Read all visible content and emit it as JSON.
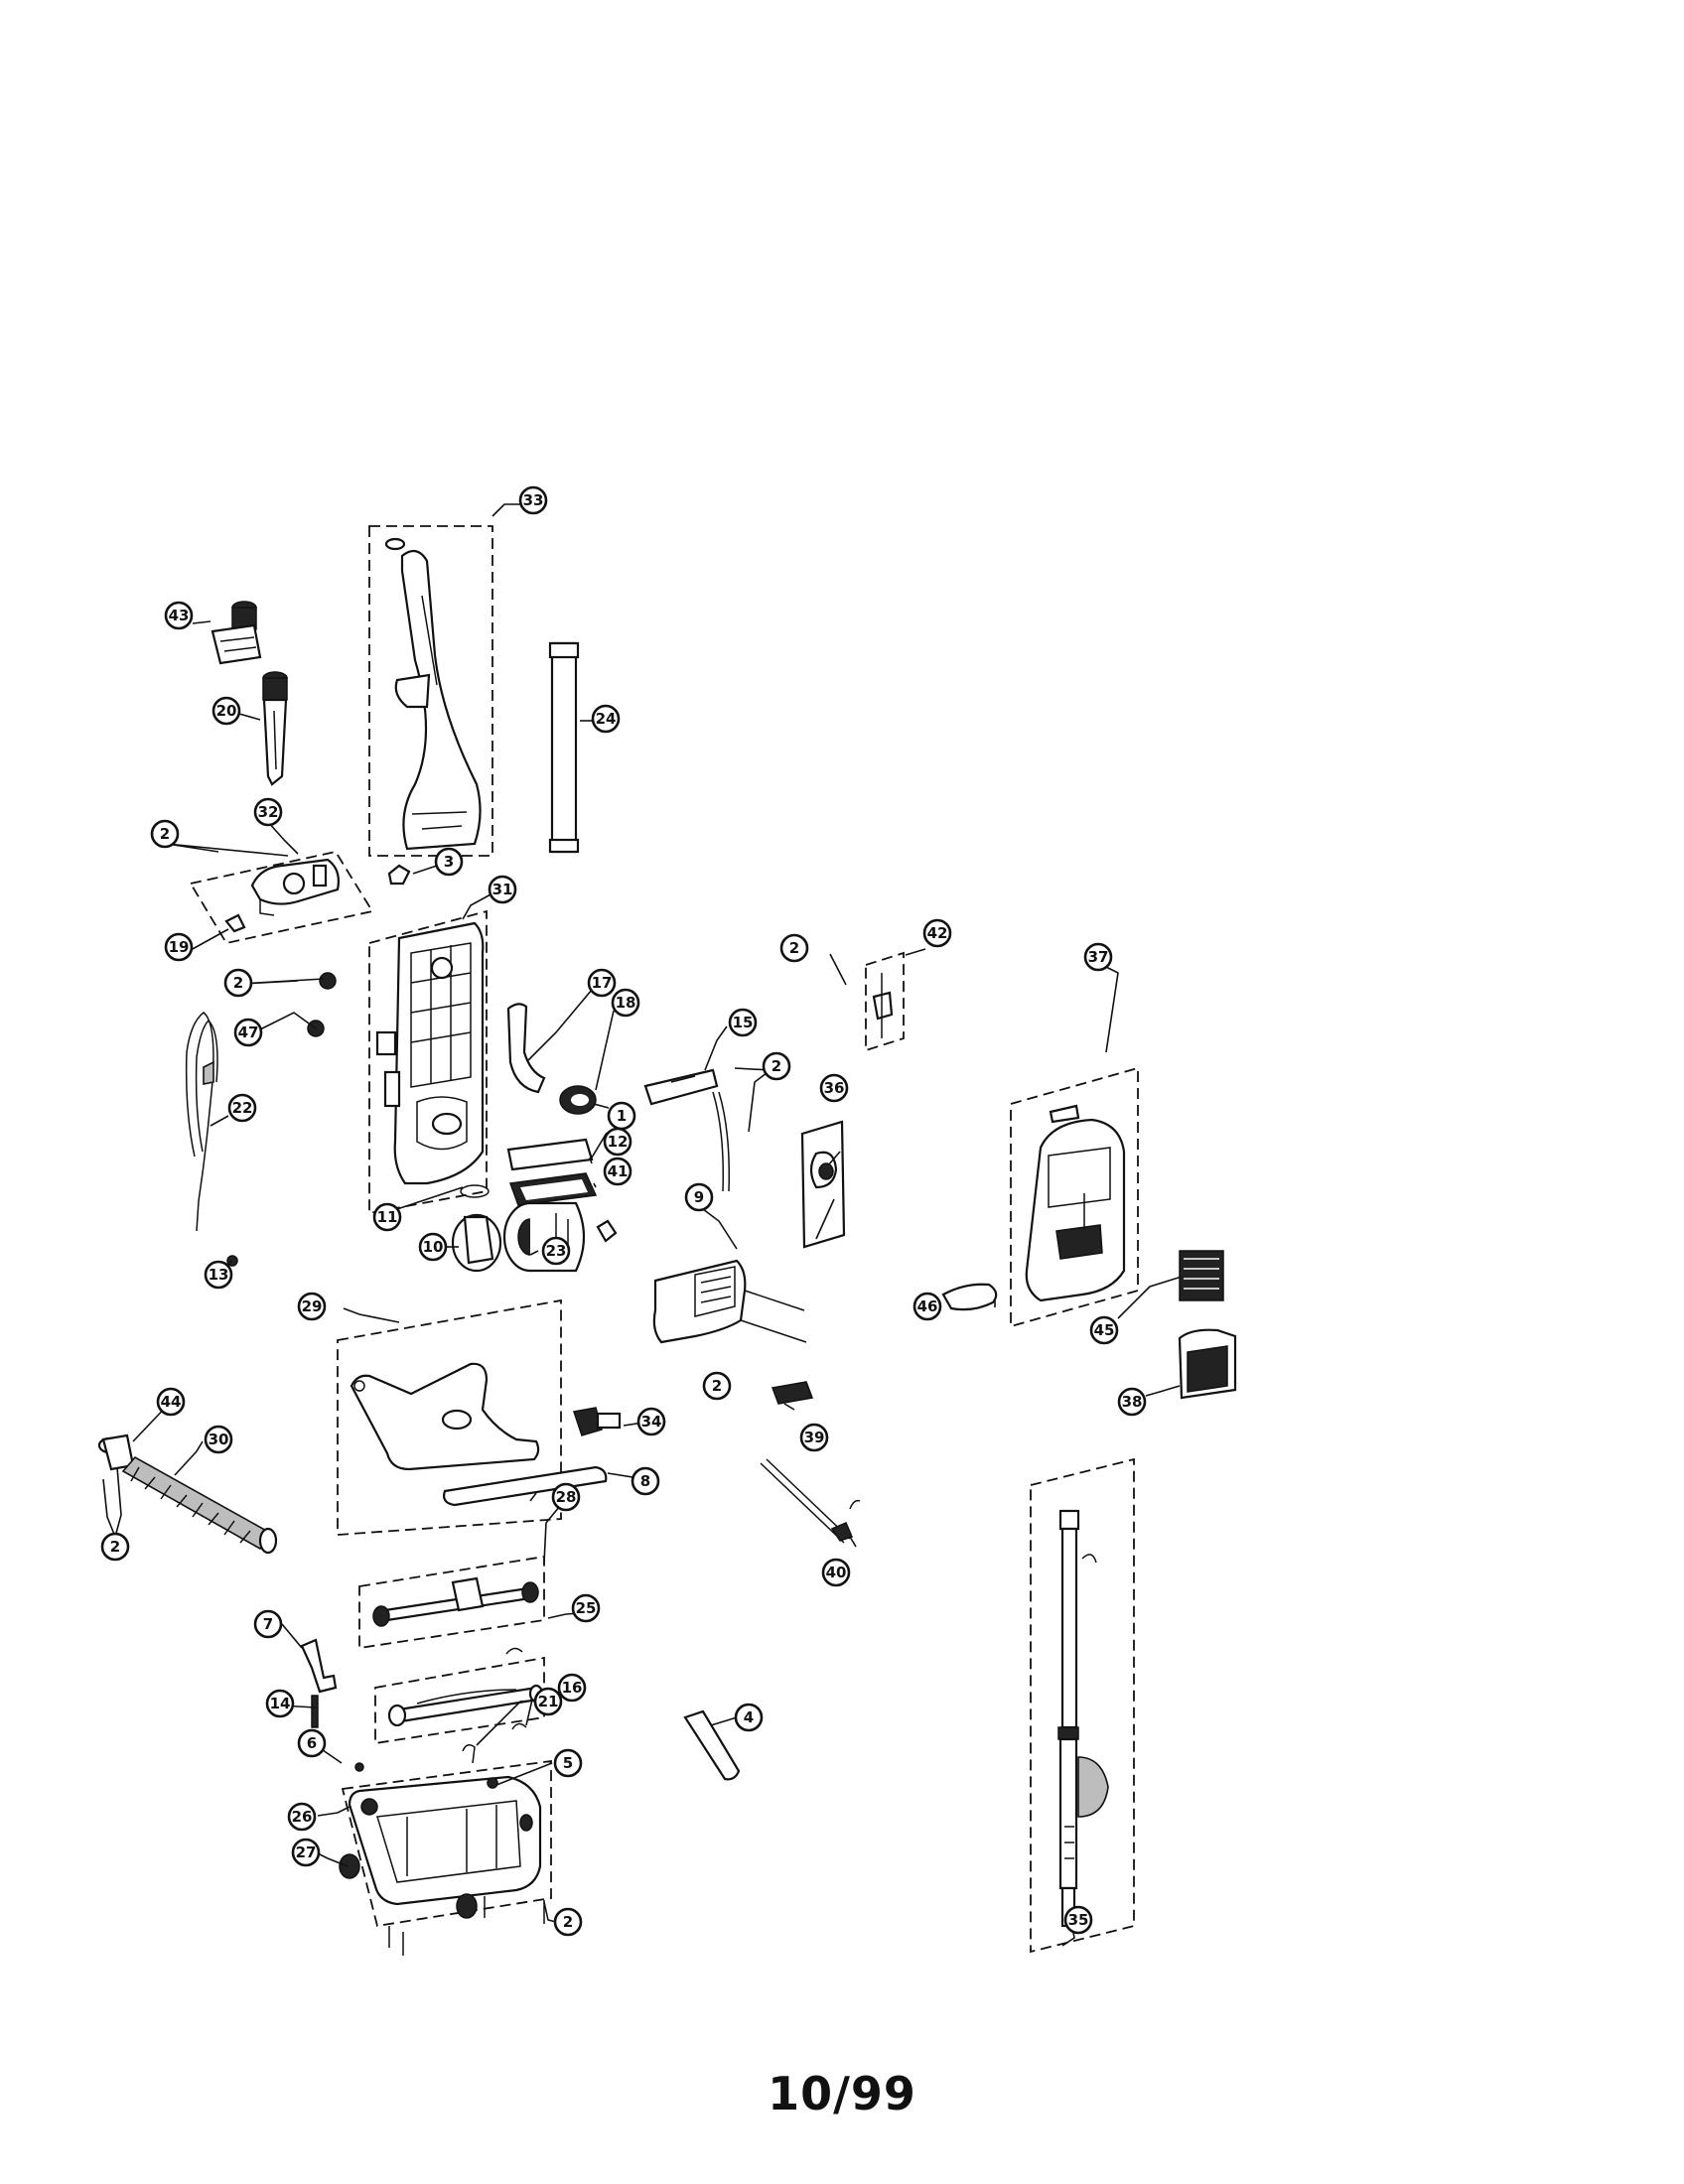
{
  "page_number": "10/99",
  "callouts": {
    "c1": "1",
    "c2": "2",
    "c3": "3",
    "c4": "4",
    "c5": "5",
    "c6": "6",
    "c7": "7",
    "c8": "8",
    "c9": "9",
    "c10": "10",
    "c11": "11",
    "c12": "12",
    "c13": "13",
    "c14": "14",
    "c15": "15",
    "c16": "16",
    "c17": "17",
    "c18": "18",
    "c19": "19",
    "c20": "20",
    "c21": "21",
    "c22": "22",
    "c23": "23",
    "c24": "24",
    "c25": "25",
    "c26": "26",
    "c27": "27",
    "c28": "28",
    "c29": "29",
    "c30": "30",
    "c31": "31",
    "c32": "32",
    "c33": "33",
    "c34": "34",
    "c35": "35",
    "c36": "36",
    "c37": "37",
    "c38": "38",
    "c39": "39",
    "c40": "40",
    "c41": "41",
    "c42": "42",
    "c43": "43",
    "c44": "44",
    "c45": "45",
    "c46": "46",
    "c47": "47"
  }
}
